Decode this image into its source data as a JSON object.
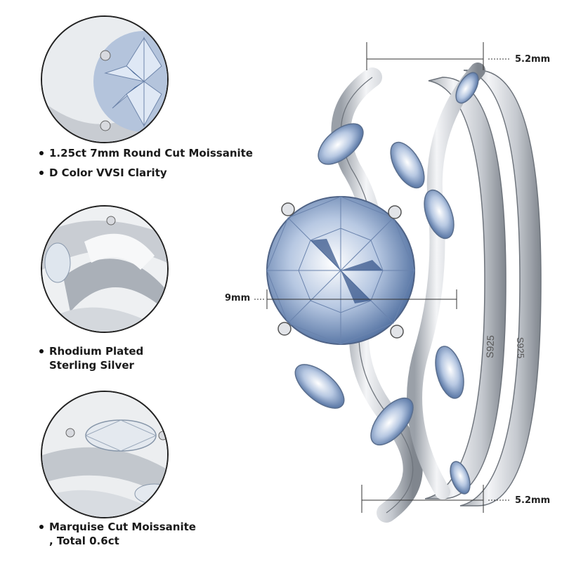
{
  "features": [
    {
      "text": "1.25ct 7mm Round Cut Moissanite"
    },
    {
      "text": "D Color VVSI Clarity"
    },
    {
      "text": "Rhodium Plated Sterling Silver"
    },
    {
      "text": "Marquise Cut Moissanite , Total 0.6ct"
    }
  ],
  "dimensions": {
    "top_band": "5.2mm",
    "stone": "9mm",
    "bottom_band": "5.2mm"
  },
  "engravings": [
    "S925",
    "S925"
  ],
  "colors": {
    "metal": "#cfd3d8",
    "stone": "#9fb6d6",
    "text": "#1a1a1a"
  },
  "icons": [
    "round-moissanite-closeup",
    "rhodium-band-closeup",
    "marquise-closeup",
    "ring-set"
  ]
}
